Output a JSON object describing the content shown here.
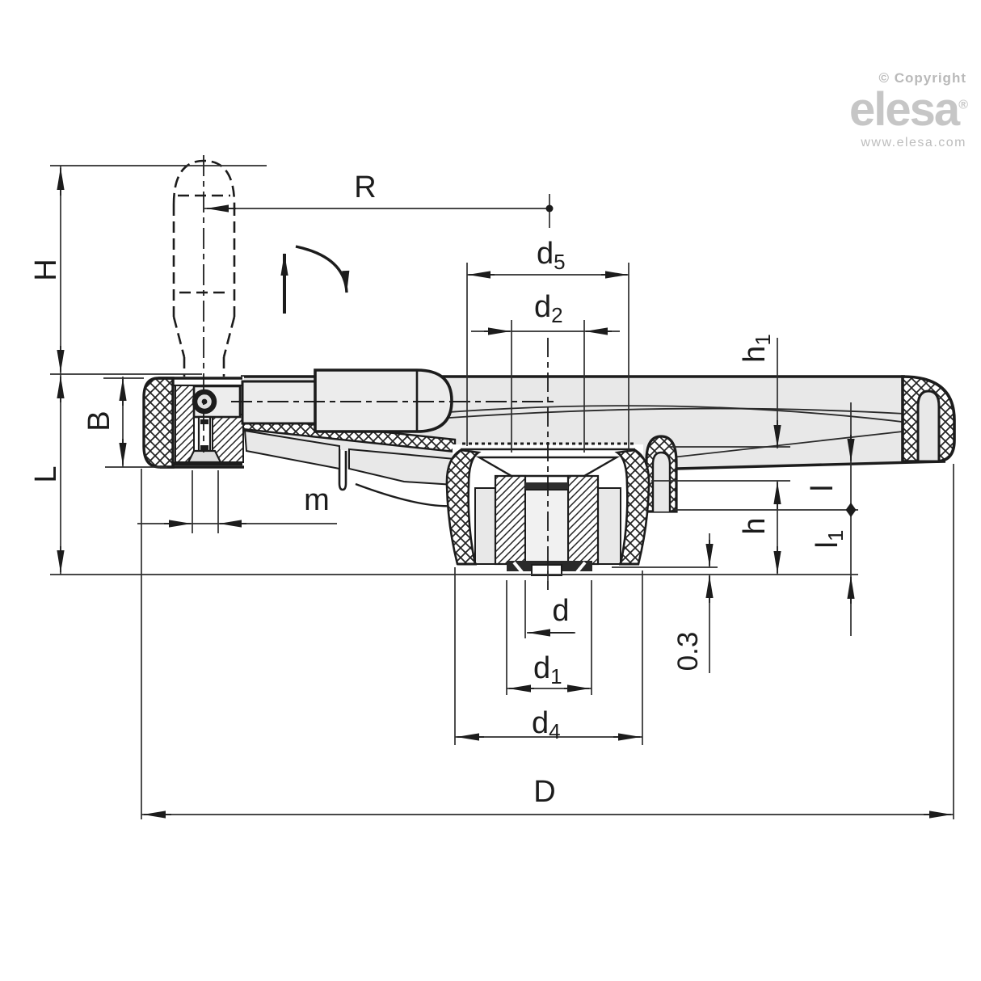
{
  "branding": {
    "copyright": "© Copyright",
    "logo": "elesa",
    "registered": "®",
    "website": "www.elesa.com"
  },
  "labels": {
    "H": "H",
    "L": "L",
    "B": "B",
    "R": "R",
    "m": "m",
    "D": "D",
    "d": "d",
    "h": "h",
    "l": "l",
    "d5": {
      "main": "d",
      "sub": "5"
    },
    "d2": {
      "main": "d",
      "sub": "2"
    },
    "d1": {
      "main": "d",
      "sub": "1"
    },
    "d4": {
      "main": "d",
      "sub": "4"
    },
    "h1": {
      "main": "h",
      "sub": "1"
    },
    "l1": {
      "main": "l",
      "sub": "1"
    },
    "tolerance": "0.3"
  },
  "colors": {
    "object_line": "#1c1c1c",
    "dimension_line": "#3a3a3a",
    "surface_fill": "#e8e8e8",
    "logo_gray": "#c6c6c6",
    "copyright_gray": "#b9b9b9",
    "background": "#ffffff"
  }
}
